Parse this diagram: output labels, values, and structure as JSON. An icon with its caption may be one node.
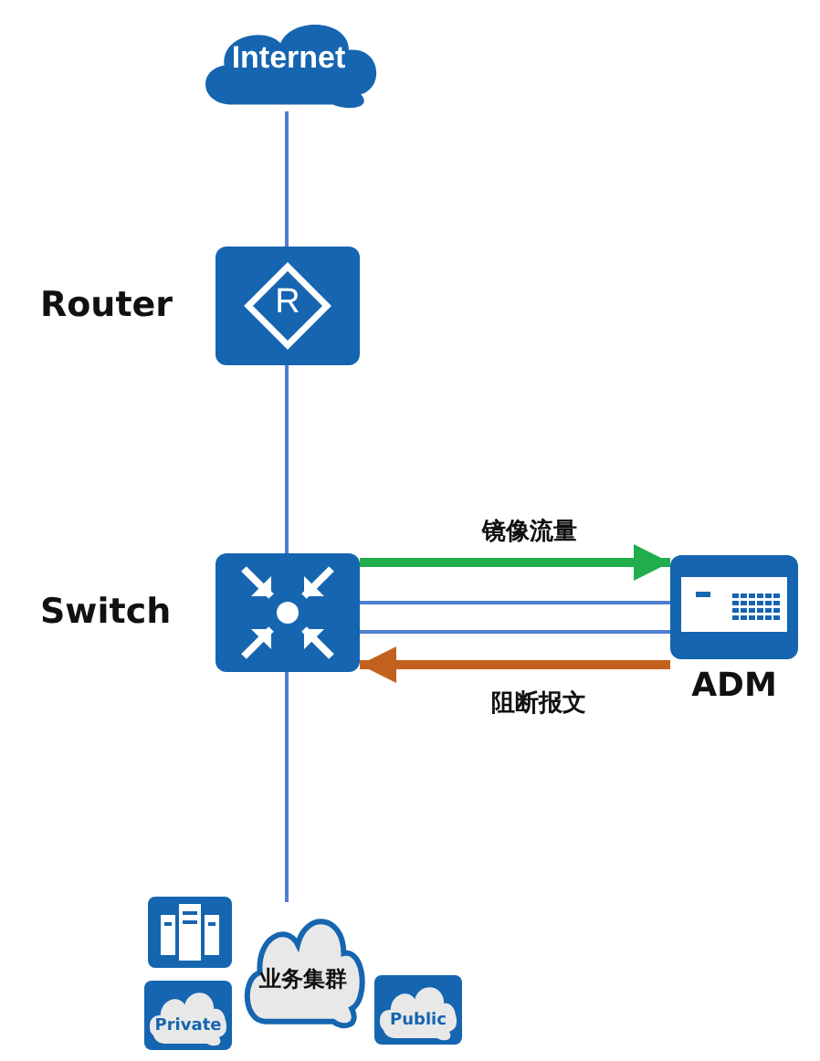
{
  "diagram": {
    "nodes": [
      {
        "text": [
          "Internet"
        ]
      },
      {
        "text": [
          "R"
        ],
        "beside": [
          "Router"
        ]
      },
      {
        "text": [],
        "shape": "box",
        "beside": [
          "Switch"
        ]
      },
      {
        "text": [],
        "shape": "box",
        "beside": [
          "ADM"
        ]
      },
      {
        "text": [
          "业务集群"
        ]
      },
      {
        "text": [],
        "shape": "box"
      },
      {
        "text": [
          "Private"
        ]
      },
      {
        "text": [
          "Public"
        ]
      }
    ],
    "edges": [
      {
        "from": 0,
        "to": 1,
        "arrow": "none"
      },
      {
        "from": 1,
        "to": 2,
        "arrow": "none"
      },
      {
        "from": 2,
        "to": 3,
        "arrow": "to",
        "label": "镜像流量",
        "style": "thick",
        "color": "#22ad4c"
      },
      {
        "from": 2,
        "to": 3,
        "arrow": "none"
      },
      {
        "from": 2,
        "to": 3,
        "arrow": "none"
      },
      {
        "from": 3,
        "to": 2,
        "arrow": "to",
        "label": "阻断报文",
        "style": "thick",
        "color": "#c4601e"
      },
      {
        "from": 2,
        "to": 4,
        "arrow": "none"
      }
    ]
  }
}
